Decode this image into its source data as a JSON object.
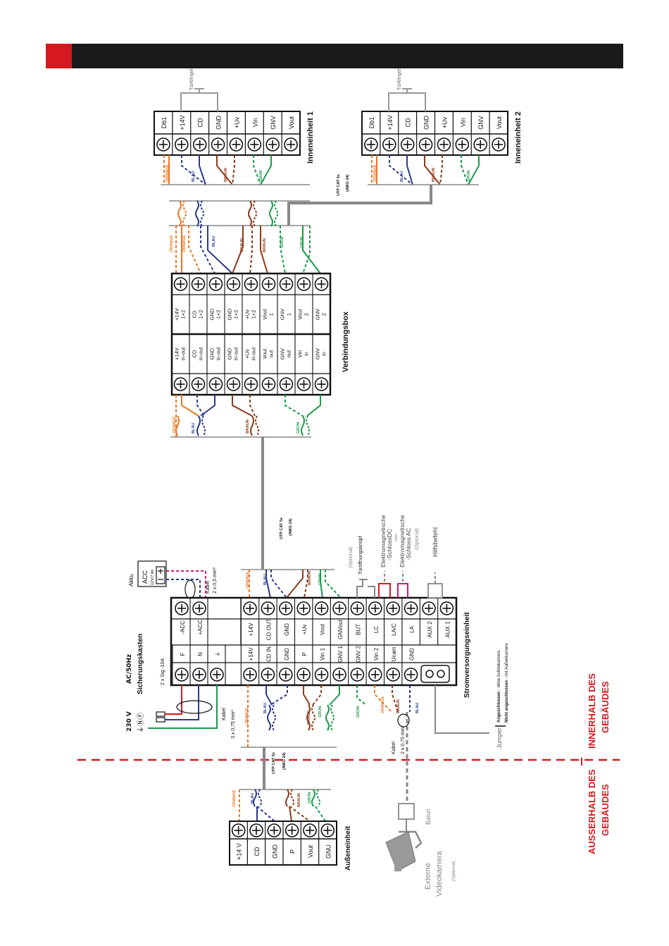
{
  "header_bar": {
    "accent_color": "#d7191f",
    "bar_color": "#1a1a1a"
  },
  "colors": {
    "orange": "#e87722",
    "blue": "#2a3a8c",
    "brown": "#8b3a1a",
    "green": "#1a9a4a",
    "red": "#d7191f",
    "pink": "#d4187a",
    "gray": "#7a7a7a"
  },
  "indoor1": {
    "title": "Inneneinheit 1",
    "bell": "Türklingel",
    "terminals": [
      "Db1",
      "+14V",
      "CD",
      "GND",
      "+Uv",
      "Vin",
      "GNV",
      "Vout"
    ]
  },
  "indoor2": {
    "title": "Inneneinheit 2",
    "bell": "Türklingel",
    "terminals": [
      "Db1",
      "+14V",
      "CD",
      "GND",
      "+Uv",
      "Vin",
      "GNV",
      "Vout"
    ]
  },
  "wires": {
    "orange": "ORANGE",
    "blue": "BLAU",
    "brown": "BRAUN",
    "green": "GRÜN"
  },
  "utp_top": {
    "line1": "UTP CAT 5e",
    "line2": "(AWG 24)"
  },
  "junction": {
    "title": "Verbindungsbox",
    "left_terminals": [
      [
        "+14V",
        "in-out"
      ],
      [
        "CD",
        "in-out"
      ],
      [
        "GND",
        "in-out"
      ],
      [
        "GND",
        "in-out"
      ],
      [
        "+Uv",
        "in-out"
      ],
      [
        "Vout",
        "out"
      ],
      [
        "GNV",
        "out"
      ],
      [
        "Vin",
        "in"
      ],
      [
        "GNV",
        "in"
      ]
    ],
    "right_terminals": [
      [
        "+14V",
        "1+2"
      ],
      [
        "CD",
        "1+2"
      ],
      [
        "GND",
        "1+2"
      ],
      [
        "GND",
        "1+2"
      ],
      [
        "+Uv",
        "1+2"
      ],
      [
        "Vout",
        "1"
      ],
      [
        "GNV",
        "1"
      ],
      [
        "Vout",
        "2"
      ],
      [
        "GNV",
        "2"
      ]
    ]
  },
  "utp_mid": {
    "line1": "UTP CAT 5e",
    "line2": "(AWG 24)"
  },
  "utp_low": {
    "line1": "UTP CAT 5e",
    "line2": "(AWG 24)"
  },
  "battery": {
    "label": "Akku",
    "type": "ACC",
    "spec": "12V/7 Ah"
  },
  "cable_acc": {
    "line1": "Kabel",
    "line2": "2 x 0,5 mm²"
  },
  "fuse_box": {
    "title": "Sicherungskasten",
    "voltage": "230  V",
    "freq": "AC/50Hz",
    "fuse": "2 x Sig.-10A",
    "symbols": "⏚ⓃⒻ"
  },
  "cable_main": {
    "line1": "Kabel",
    "line2": "3 x 0,75 mm²"
  },
  "psu": {
    "title": "Stromversorgungseinheit",
    "top_terminals": [
      "-ACC",
      "+ACC"
    ],
    "mains_terminals": [
      "F",
      "N",
      "⏚"
    ],
    "left_terminals": [
      "+14V",
      "CD IN",
      "GND",
      "P",
      "Vin 1",
      "GNV 1",
      "GNV 2",
      "Vin 2",
      "Ucam",
      "GND"
    ],
    "right_terminals": [
      "+14V",
      "CD OUT",
      "GND",
      "+Uv",
      "Vout",
      "GNVout",
      "BUT",
      "LC",
      "LA/C",
      "LA",
      "AUX 2",
      "AUX 1"
    ]
  },
  "door_button": {
    "optional": "(Optional)",
    "label": "Türöffnungsknopf"
  },
  "lock": {
    "line1": "Elektromagnetische",
    "line2": "-SchlossDC",
    "or": "oder",
    "line3": "Elektromagnetische",
    "line4": "-Schloss AC",
    "optional": "(Optional)"
  },
  "help": {
    "label": "Hilfsbefehl"
  },
  "jumper": {
    "label": "Jumper",
    "connected": "Angeschlossen",
    "connected_desc": " - ohne Außenkamera",
    "not_connected": "Nicht angeschlossen",
    "not_connected_desc": " - mit Außenkamera"
  },
  "cable_cam": {
    "line1": "Kabel",
    "line2": "2 x 0,75 mm²"
  },
  "camera": {
    "balun": "Balun",
    "line1": "Externe",
    "line2": "Videokamera",
    "optional": "(Optional)"
  },
  "outdoor": {
    "title": "Außeneinheit",
    "terminals": [
      "+14 V",
      "CD",
      "GND",
      "P",
      "Vout",
      "GNU"
    ]
  },
  "zones": {
    "inside_1": "INNERHALB DES",
    "inside_2": "GEBÄUDES",
    "outside_1": "AUSSERHALB DES",
    "outside_2": "GEBÄUDES"
  }
}
